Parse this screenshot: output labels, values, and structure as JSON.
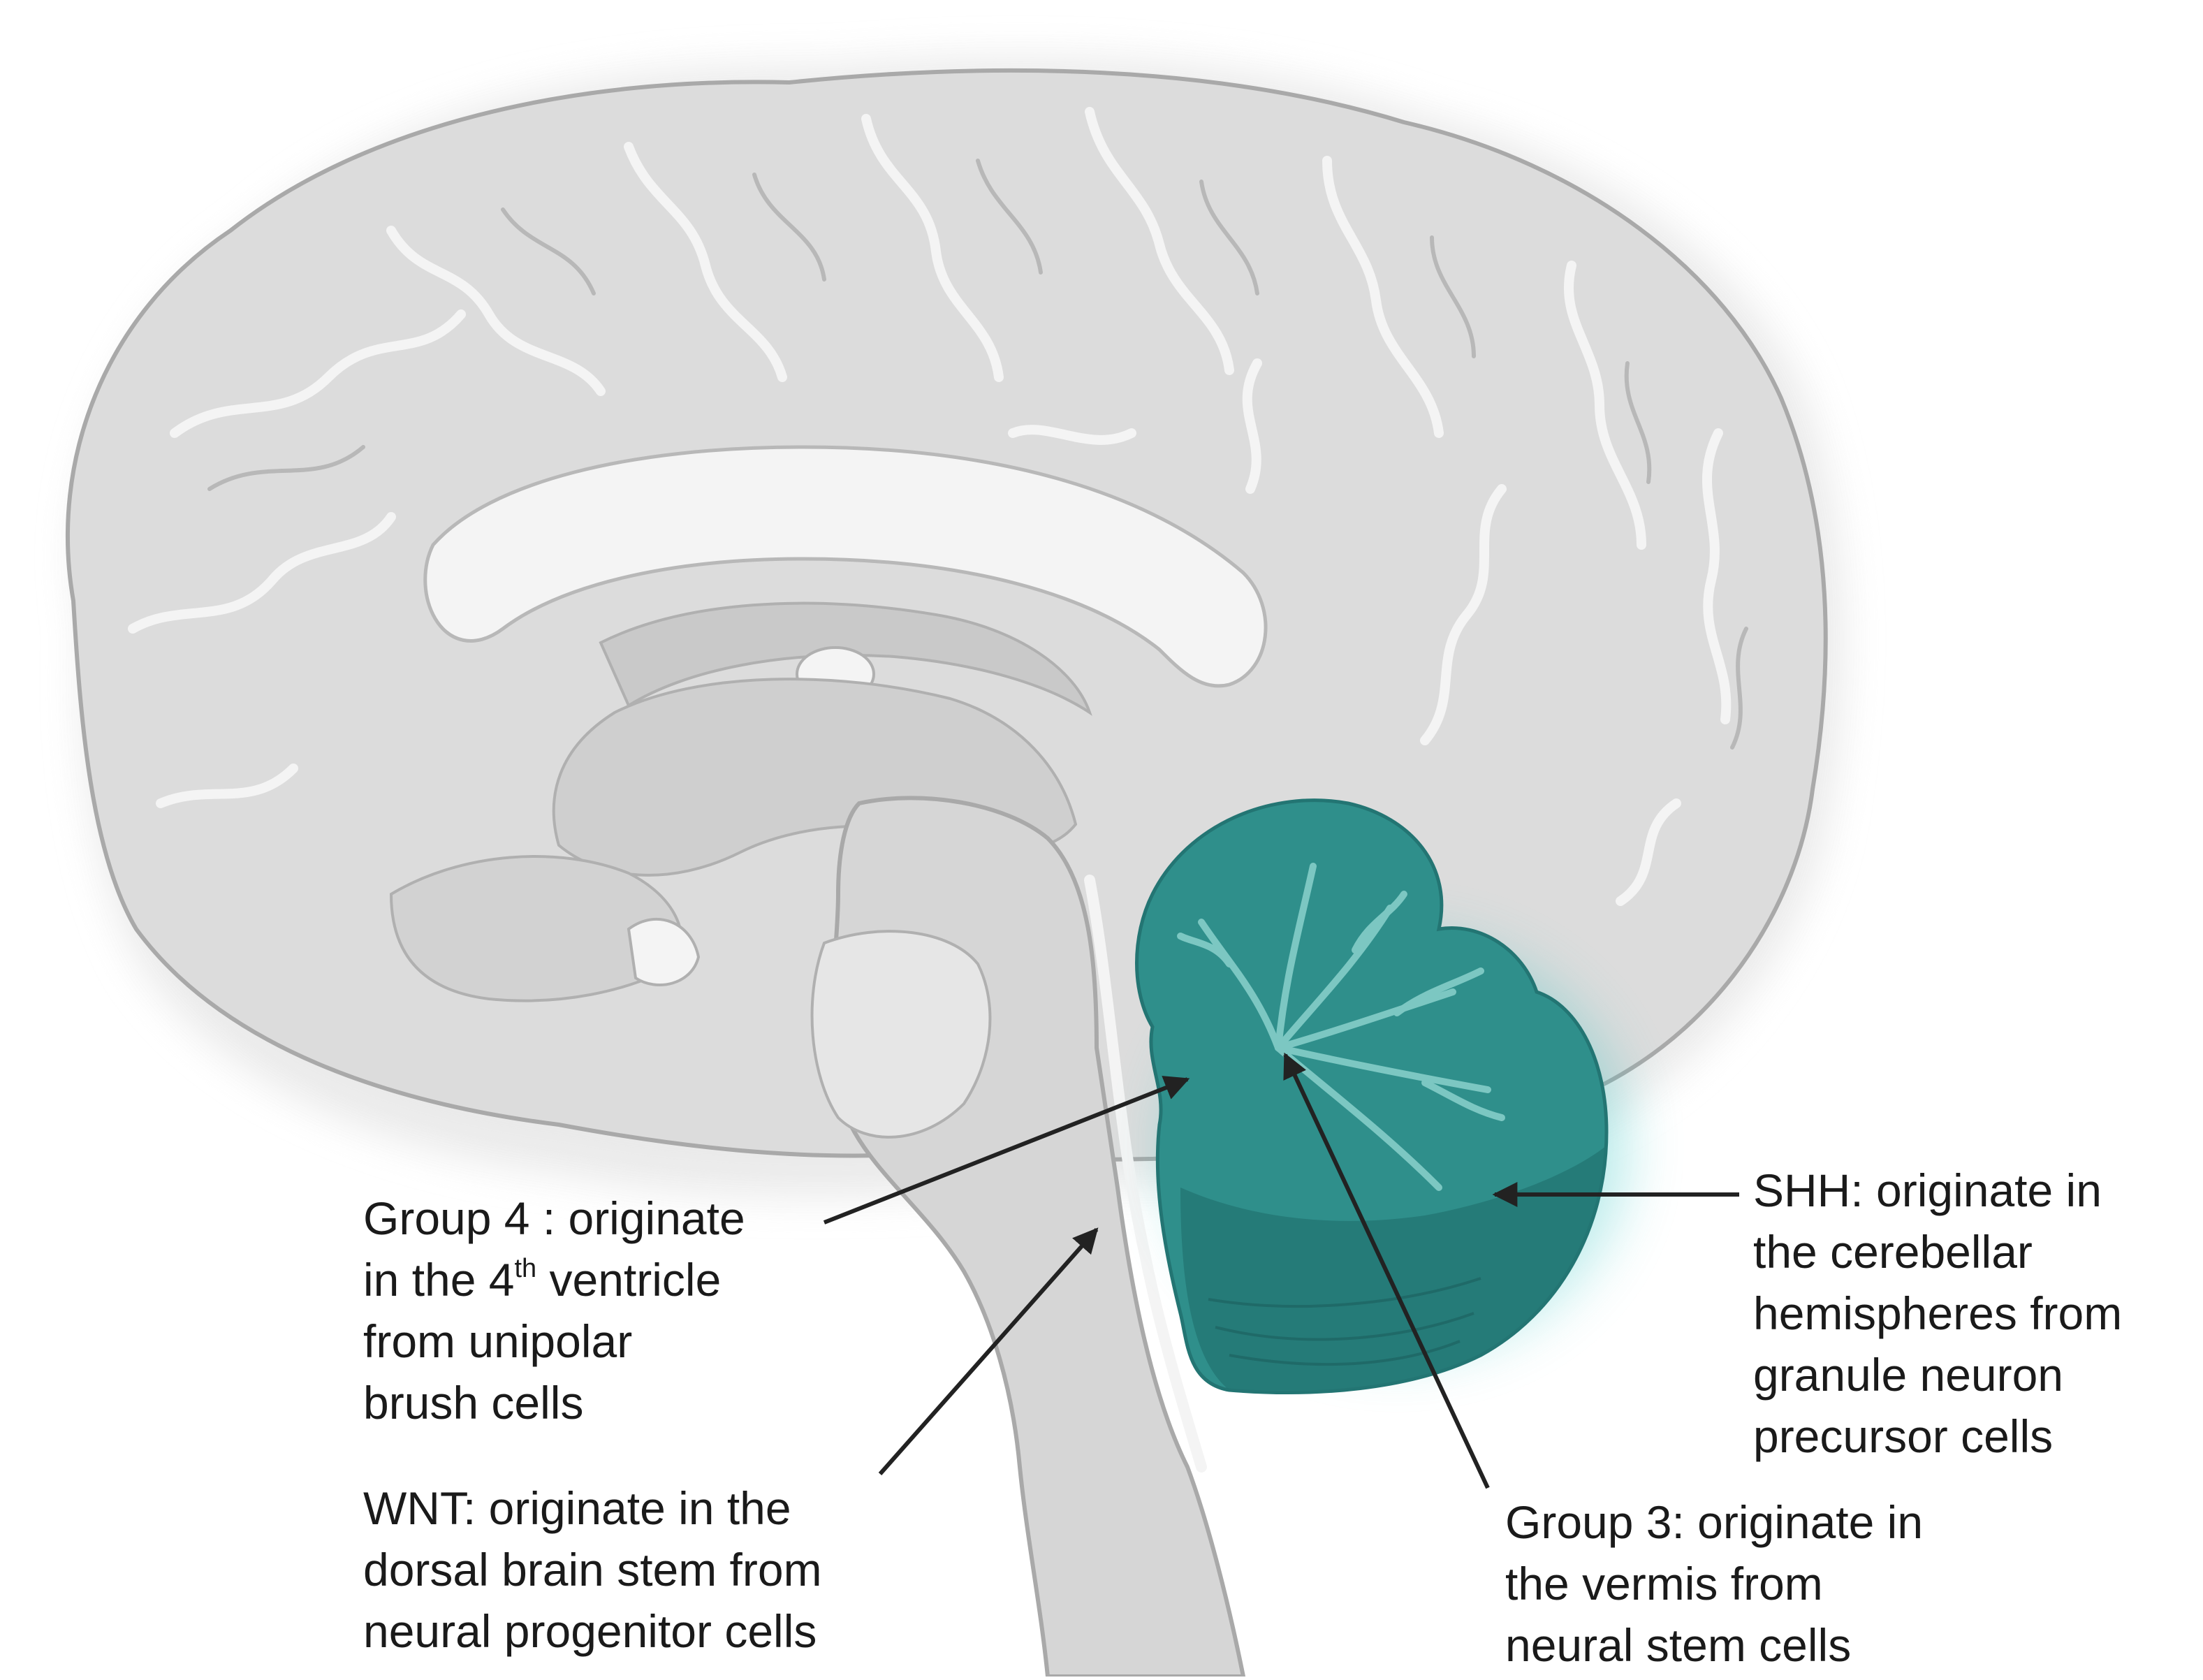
{
  "colors": {
    "brain_fill": "#dcdcdc",
    "brain_outline": "#a9a9a9",
    "brain_highlight": "#f4f4f4",
    "brain_shadow": "#c4c4c4",
    "cerebellum_fill": "#2f8f8b",
    "cerebellum_dark": "#237573",
    "cerebellum_light": "#7cc7c2",
    "glow": "#37c6c4",
    "arrow": "#222222",
    "text": "#1a1a1a"
  },
  "labels": {
    "group4": {
      "line1": "Group 4 : originate",
      "line2_pre": "in the 4",
      "line2_sup": "th",
      "line2_post": " ventricle",
      "line3": "from unipolar",
      "line4": "brush cells"
    },
    "wnt": {
      "line1": "WNT: originate in the",
      "line2": "dorsal brain stem from",
      "line3": "neural progenitor cells"
    },
    "shh": {
      "line1": "SHH: originate in",
      "line2": "the cerebellar",
      "line3": "hemispheres from",
      "line4": "granule neuron",
      "line5": "precursor cells"
    },
    "group3": {
      "line1": "Group 3: originate in",
      "line2": "the vermis from",
      "line3": "neural stem cells"
    }
  },
  "icons": {
    "brain": "brain-sagittal-illustration",
    "cerebellum": "cerebellum-highlight",
    "arrows": "arrow-pointer"
  }
}
